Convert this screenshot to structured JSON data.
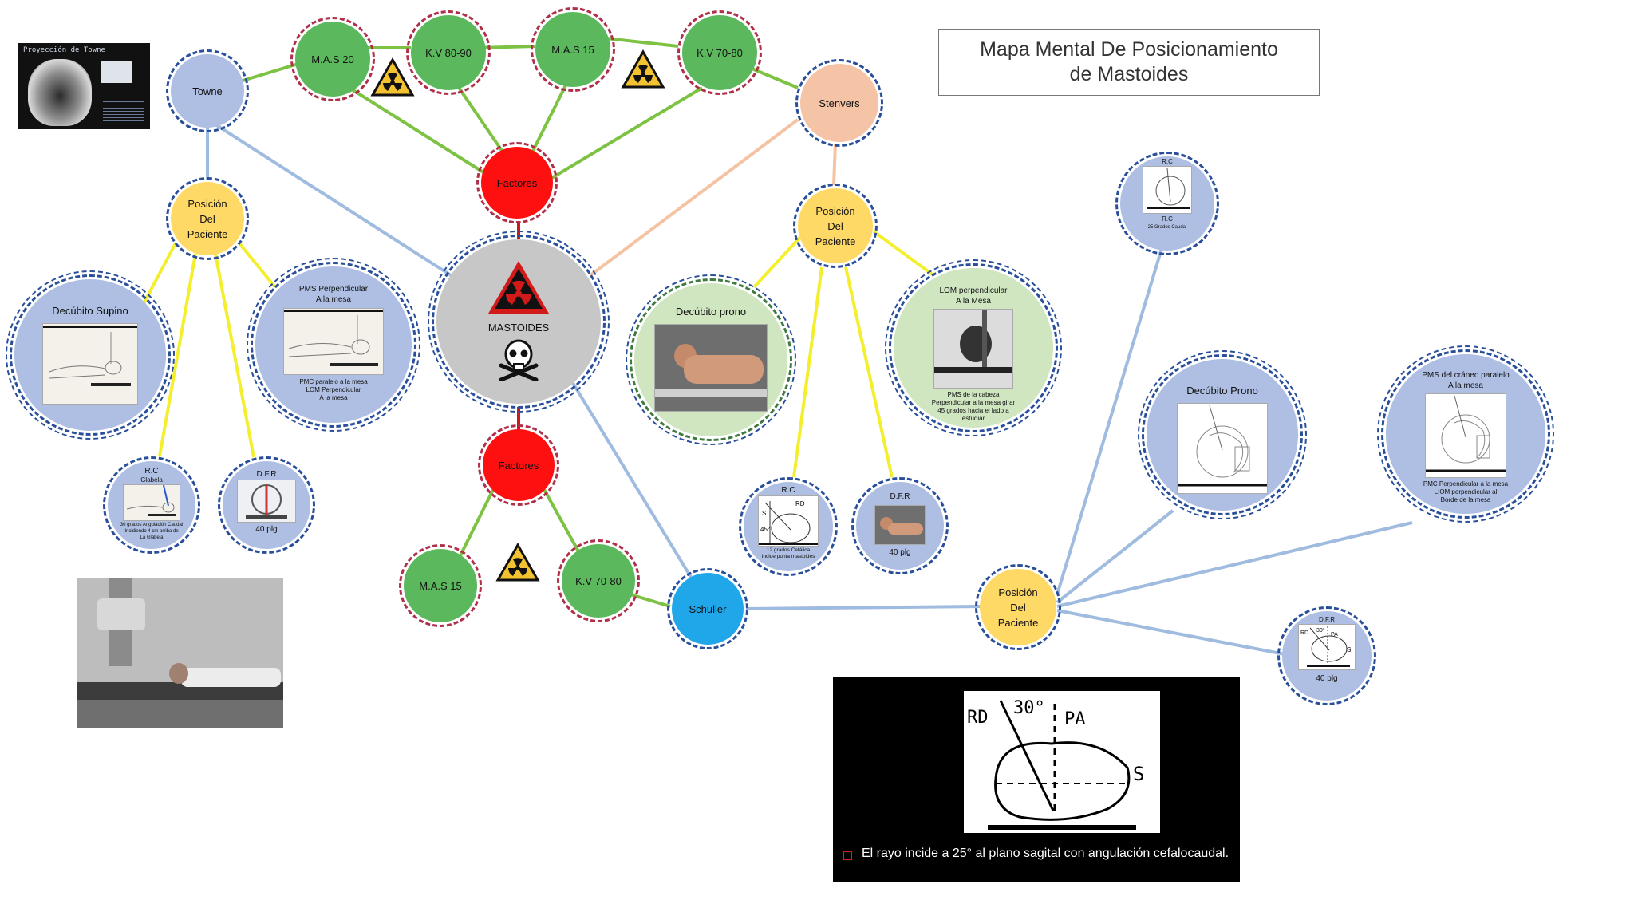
{
  "title": {
    "line1": "Mapa Mental De Posicionamiento",
    "line2": "de Mastoides"
  },
  "colors": {
    "green_node": "#5cb85c",
    "red_node": "#ff1010",
    "blue_node": "#aebfe3",
    "yellow_node": "#ffd966",
    "peach_node": "#f5c4a6",
    "cyan_node": "#1fa7ea",
    "gray_node": "#c7c7c7",
    "light_green_node": "#cfe6c1",
    "edge_green": "#7dc243",
    "edge_blue": "#9fbbdf",
    "edge_yellow": "#f4ef2e",
    "edge_peach": "#f4c3a4",
    "edge_red": "#cc1a1a"
  },
  "center": {
    "label": "MASTOIDES"
  },
  "top": {
    "factores": "Factores",
    "mas20": "M.A.S 20",
    "kv8090": "K.V 80-90",
    "mas15": "M.A.S 15",
    "kv7080": "K.V 70-80",
    "towne": "Towne",
    "stenvers": "Stenvers"
  },
  "towne_branch": {
    "posicion": [
      "Posición",
      "Del",
      "Paciente"
    ],
    "decubito": "Decúbito Supino",
    "pms": [
      "PMS Perpendicular",
      "A la mesa"
    ],
    "pms_caption": [
      "PMC paralelo a la mesa",
      "LOM Perpendicular",
      "A la mesa"
    ],
    "rc_title": "R.C",
    "rc_sub": "Glabela",
    "rc_caption": [
      "30 grados Angulación Caudal",
      "Incidiendo 4 cm arriba de",
      "La Glabela"
    ],
    "dfr_title": "D.F.R",
    "dfr_value": "40 plg",
    "photo_caption": "Proyección de Towne"
  },
  "stenvers_branch": {
    "posicion": [
      "Posición",
      "Del",
      "Paciente"
    ],
    "decubito": "Decúbito prono",
    "lom": [
      "LOM perpendicular",
      "A la Mesa"
    ],
    "lom_caption": [
      "PMS de la cabeza",
      "Perpendicular a la mesa girar",
      "45 grados hacia el lado a",
      "estudiar"
    ],
    "rc_title": "R.C",
    "rc_caption": [
      "12 grados Cefálica",
      "Incide punta mastoides"
    ],
    "dfr_title": "D.F.R",
    "dfr_value": "40 plg"
  },
  "bottom": {
    "factores": "Factores",
    "mas15": "M.A.S 15",
    "kv7080": "K.V 70-80",
    "schuller": "Schuller"
  },
  "schuller_branch": {
    "posicion": [
      "Posición",
      "Del",
      "Paciente"
    ],
    "rc_title": "R.C",
    "rc_sub": "R.C",
    "rc_caption": "25 Grados Caudal",
    "decubito": "Decúbito Prono",
    "pms": [
      "PMS del cráneo paralelo",
      "A la mesa"
    ],
    "pms_caption": [
      "PMC Perpendicular a la mesa",
      "LIOM perpendicular al",
      "Borde de la mesa"
    ],
    "dfr_title": "D.F.R",
    "dfr_value": "40 plg"
  },
  "diagram_box": {
    "caption": "El rayo incide a 25° al plano sagital con angulación cefalocaudal.",
    "labels": {
      "rd": "RD",
      "deg": "30°",
      "pa": "PA",
      "s": "S"
    }
  }
}
